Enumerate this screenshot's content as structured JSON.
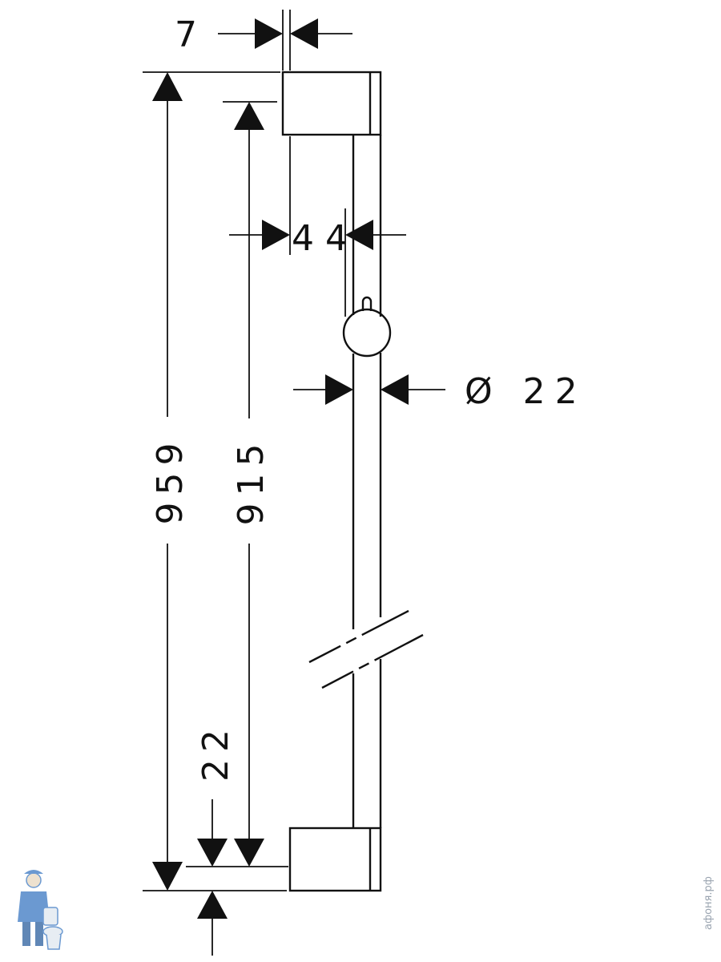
{
  "dimensions": {
    "overall_height": "959",
    "center_distance": "915",
    "bracket_height": "22",
    "wall_offset": "7",
    "slider_offset": "44",
    "rail_diameter": "Ø 22"
  },
  "watermark": "афоня.рф",
  "colors": {
    "line": "#111111",
    "watermark_logo": "#3a78c2"
  },
  "icons": [
    "plumber-logo-icon"
  ]
}
